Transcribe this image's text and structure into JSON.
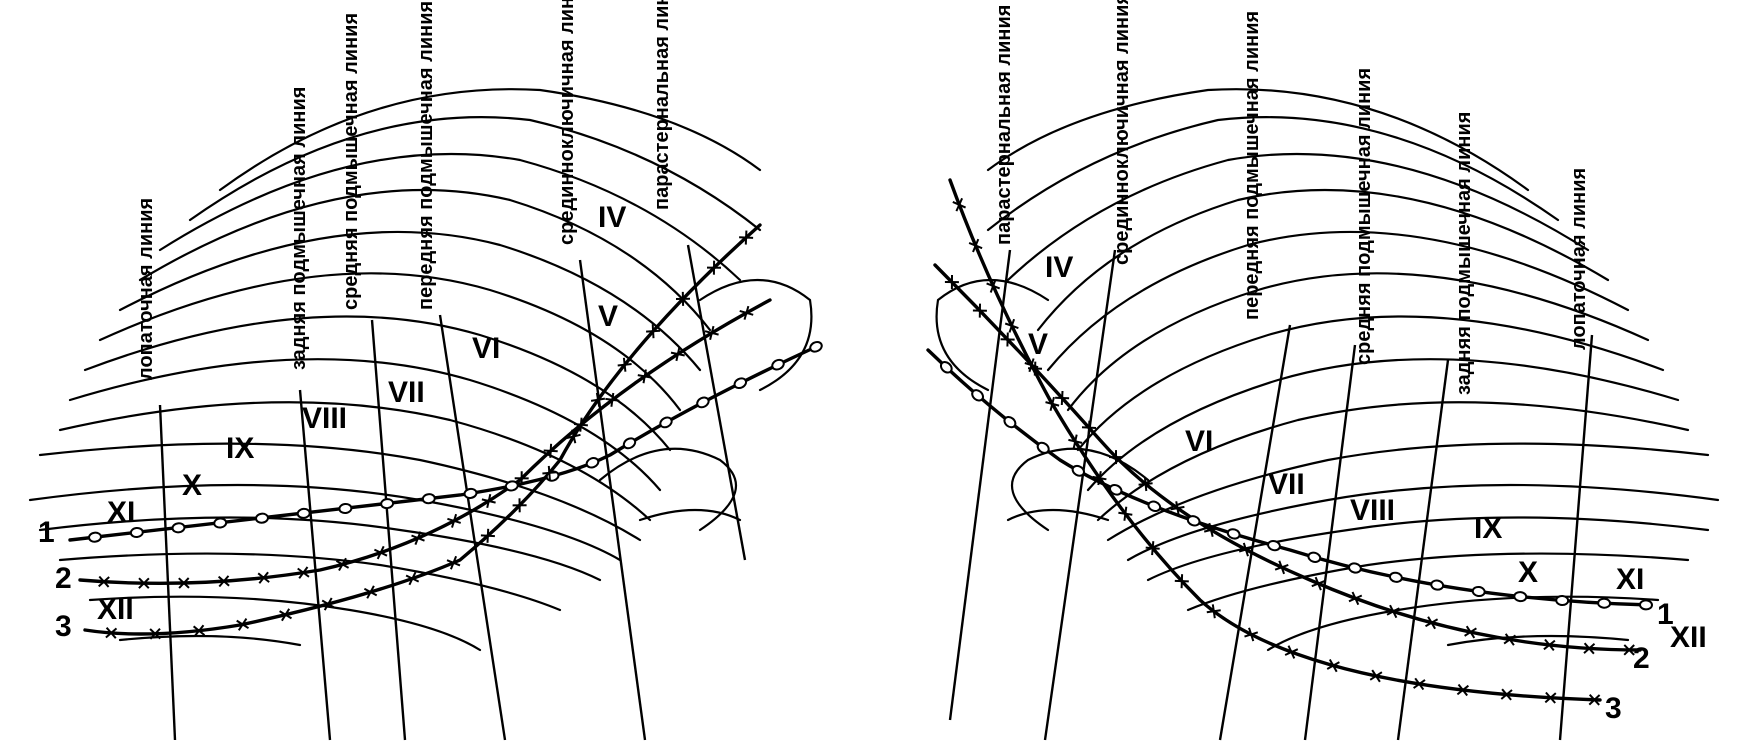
{
  "panels": [
    {
      "side": "left",
      "lines": [
        "лопаточная линия",
        "задняя подмышечная линия",
        "средняя подмышечная линия",
        "передняя подмышечная линия",
        "срединноключичная линия",
        "парастернальная линия"
      ],
      "ribs": [
        "IV",
        "V",
        "VI",
        "VII",
        "VIII",
        "IX",
        "X",
        "XI",
        "XII"
      ],
      "border_markers": [
        "1",
        "2",
        "3"
      ]
    },
    {
      "side": "right",
      "lines": [
        "парастернальная линия",
        "срединноключичная линия",
        "передняя подмышечная линия",
        "средняя подмышечная линия",
        "задняя подмышечная линия",
        "лопаточная линия"
      ],
      "ribs": [
        "IV",
        "V",
        "VI",
        "VII",
        "VIII",
        "IX",
        "X",
        "XI",
        "XII"
      ],
      "border_markers": [
        "1",
        "2",
        "3"
      ]
    }
  ]
}
